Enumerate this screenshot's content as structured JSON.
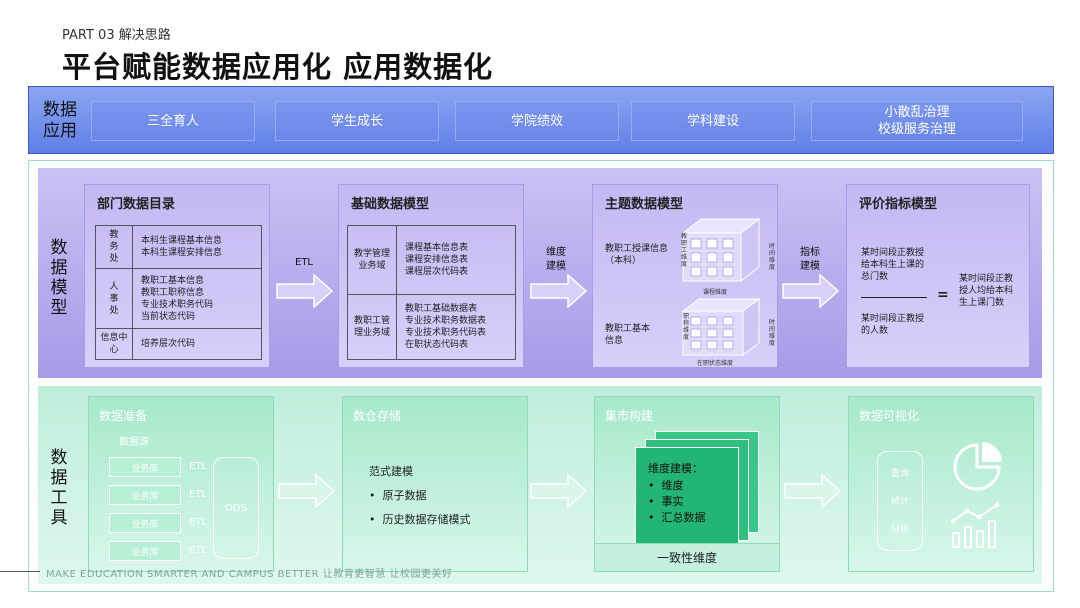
{
  "header": {
    "part": "PART 03 解决思路",
    "title": "平台赋能数据应用化  应用数据化"
  },
  "apps": {
    "label_line1": "数据",
    "label_line2": "应用",
    "items": [
      {
        "line1": "三全育人",
        "line2": ""
      },
      {
        "line1": "学生成长",
        "line2": ""
      },
      {
        "line1": "学院绩效",
        "line2": ""
      },
      {
        "line1": "学科建设",
        "line2": ""
      },
      {
        "line1": "小散乱治理",
        "line2": "校级服务治理"
      }
    ]
  },
  "model": {
    "side": [
      "数",
      "据",
      "模",
      "型"
    ],
    "dept": {
      "title": "部门数据目录",
      "rows": [
        {
          "unit": "教务处",
          "items": [
            "本科生课程基本信息",
            "本科生课程安排信息"
          ]
        },
        {
          "unit": "人事处",
          "items": [
            "教职工基本信息",
            "教职工职称信息",
            "专业技术职务代码",
            "当前状态代码"
          ]
        },
        {
          "unit": "信息中心",
          "items": [
            "培养层次代码"
          ]
        }
      ]
    },
    "arrow1": "ETL",
    "basic": {
      "title": "基础数据模型",
      "rows": [
        {
          "unit": "教学管理业务域",
          "items": [
            "课程基本信息表",
            "课程安排信息表",
            "课程层次代码表"
          ]
        },
        {
          "unit": "教职工管理业务域",
          "items": [
            "教职工基础数据表",
            "专业技术职务数据表",
            "专业技术职务代码表",
            "在职状态代码表"
          ]
        }
      ]
    },
    "arrow2": [
      "维度",
      "建模"
    ],
    "theme": {
      "title": "主题数据模型",
      "label1": "教职工授课信息（本科）",
      "label2": "教职工基本信息",
      "cube1": {
        "side": "教职工维度",
        "bottom": "课程维度",
        "right": "时间维度"
      },
      "cube2": {
        "side": "职称维度",
        "bottom": "在职状态维度",
        "right": "时间维度"
      }
    },
    "arrow3": [
      "指标",
      "建模"
    ],
    "metric": {
      "title": "评价指标模型",
      "numerator": "某时间段正教授给本科生上课的总门数",
      "denominator": "某时间段正教授的人数",
      "equals": "=",
      "result": "某时间段正教授人均给本科生上课门数"
    }
  },
  "tools": {
    "side": [
      "数",
      "据",
      "工",
      "具"
    ],
    "prep": {
      "title": "数据准备",
      "source": "数据源",
      "libs": [
        "业务库",
        "业务库",
        "业务库",
        "业务库"
      ],
      "etl": "ETL",
      "ods": "ODS"
    },
    "warehouse": {
      "title": "数仓存储",
      "heading": "范式建模",
      "bullets": [
        "原子数据",
        "历史数据存储模式"
      ]
    },
    "mart": {
      "title": "集市构建",
      "heading": "维度建模：",
      "bullets": [
        "维度",
        "事实",
        "汇总数据"
      ],
      "footer": "一致性维度"
    },
    "viz": {
      "title": "数据可视化",
      "items": [
        "查询",
        "统计",
        "分析"
      ]
    }
  },
  "footer": "MAKE EDUCATION SMARTER AND CAMPUS BETTER    让教育更智慧  让校园更美好",
  "colors": {
    "app_blue": "#6a87ea",
    "model_purple": "#b2a6ee",
    "tool_green": "#a6e9c9"
  }
}
